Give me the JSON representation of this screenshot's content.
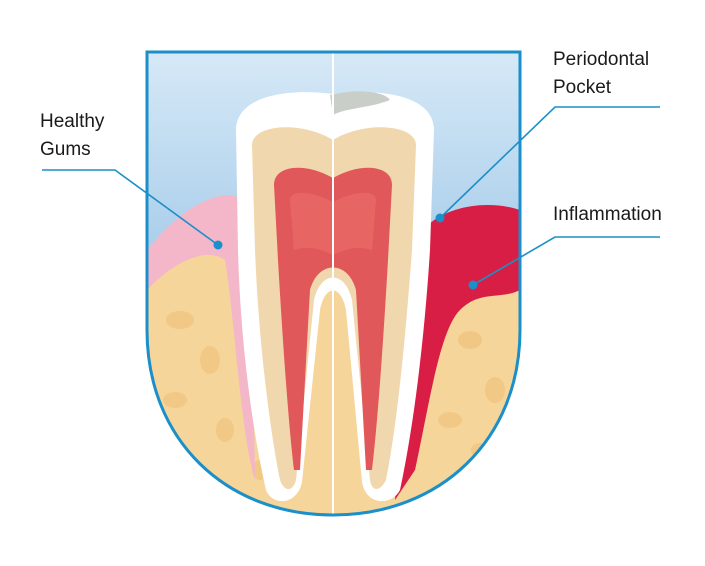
{
  "labels": {
    "healthy_line1": "Healthy",
    "healthy_line2": "Gums",
    "pocket_line1": "Periodontal",
    "pocket_line2": "Pocket",
    "inflammation": "Inflammation"
  },
  "colors": {
    "frame": "#1a8fc9",
    "enamel": "#ffffff",
    "dentin": "#f1d7ad",
    "pulp": "#e0585a",
    "healthy_gum": "#f3b7c9",
    "inflamed_gum": "#d81e45",
    "bone": "#f6d59a"
  }
}
